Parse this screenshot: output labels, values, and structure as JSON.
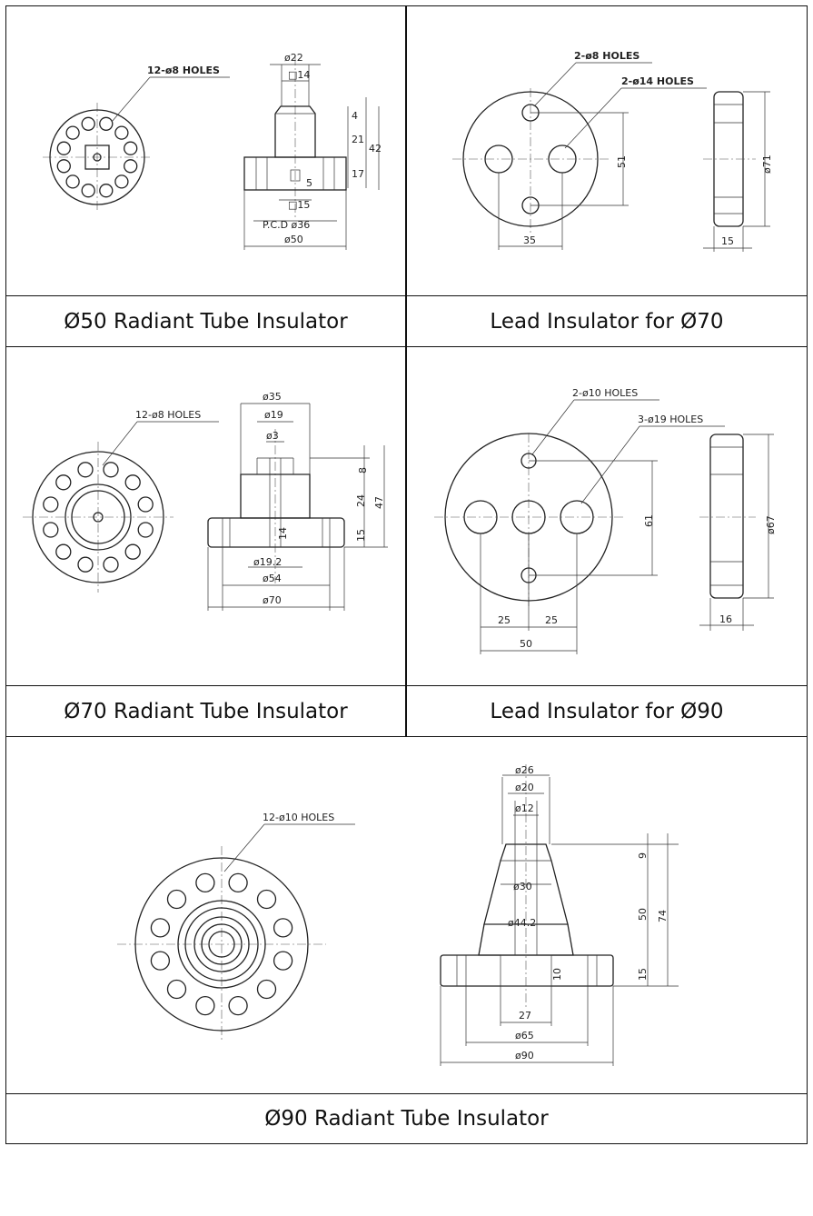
{
  "captions": {
    "c1": "Ø50 Radiant Tube Insulator",
    "c2": "Lead Insulator for Ø70",
    "c3": "Ø70 Radiant Tube Insulator",
    "c4": "Lead Insulator for Ø90",
    "c5": "Ø90 Radiant Tube Insulator"
  },
  "d1": {
    "holes": "12-ø8 HOLES",
    "od22": "ø22",
    "d14": "□14",
    "v4": "4",
    "v21": "21",
    "v42": "42",
    "v17": "17",
    "v5": "5",
    "d15": "□15",
    "pcd": "P.C.D ø36",
    "od50": "ø50"
  },
  "d2": {
    "holes8": "2-ø8 HOLES",
    "holes14": "2-ø14 HOLES",
    "v51": "51",
    "v35": "35",
    "od71": "ø71",
    "v15": "15"
  },
  "d3": {
    "holes": "12-ø8 HOLES",
    "od35": "ø35",
    "od19": "ø19",
    "od3": "ø3",
    "v8": "8",
    "v24": "24",
    "v47": "47",
    "v15": "15",
    "v14": "14",
    "od192": "ø19.2",
    "od54": "ø54",
    "od70": "ø70"
  },
  "d4": {
    "holes10": "2-ø10 HOLES",
    "holes19": "3-ø19 HOLES",
    "v61": "61",
    "od67": "ø67",
    "v25a": "25",
    "v25b": "25",
    "v50": "50",
    "v16": "16"
  },
  "d5": {
    "holes": "12-ø10 HOLES",
    "od26": "ø26",
    "od20": "ø20",
    "od12": "ø12",
    "v9": "9",
    "od30": "ø30",
    "v50": "50",
    "v74": "74",
    "od442": "ø44.2",
    "v15": "15",
    "v10": "10",
    "v27": "27",
    "od65": "ø65",
    "od90": "ø90"
  }
}
